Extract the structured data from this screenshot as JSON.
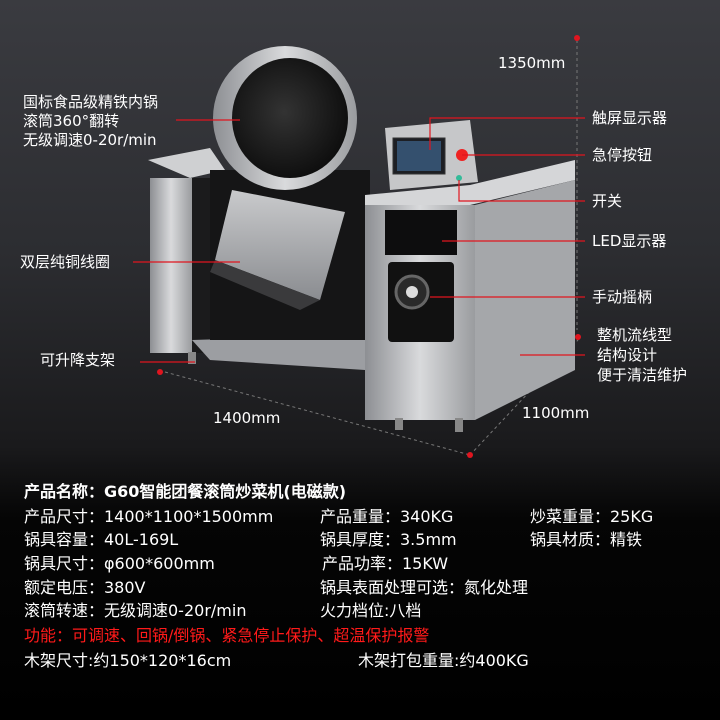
{
  "callouts_left": {
    "pot": [
      "国标食品级精铁内锅",
      "滚筒360°翻转",
      "无级调速0-20r/min"
    ],
    "coil": "双层纯铜线圈",
    "stand": "可升降支架"
  },
  "callouts_right": {
    "touchscreen": "触屏显示器",
    "estop": "急停按钮",
    "switch": "开关",
    "led": "LED显示器",
    "handle": "手动摇柄",
    "design": [
      "整机流线型",
      "结构设计",
      "便于清洁维护"
    ]
  },
  "dimensions": {
    "height": "1350mm",
    "width": "1400mm",
    "depth": "1100mm"
  },
  "specs": {
    "name": "产品名称：G60智能团餐滚筒炒菜机(电磁款)",
    "rows": [
      [
        "产品尺寸：1400*1100*1500mm",
        "产品重量：340KG",
        "炒菜重量：25KG"
      ],
      [
        "锅具容量：40L-169L",
        "锅具厚度：3.5mm",
        "锅具材质：精铁"
      ],
      [
        "锅具尺寸：φ600*600mm",
        "产品功率：15KW"
      ],
      [
        "额定电压：380V",
        "锅具表面处理可选：氮化处理"
      ],
      [
        "滚筒转速：无级调速0-20r/min",
        "火力档位:八档"
      ]
    ],
    "function": "功能：可调速、回锅/倒锅、紧急停止保护、超温保护报警",
    "crate_size": "木架尺寸:约150*120*16cm",
    "crate_weight": "木架打包重量:约400KG"
  },
  "colors": {
    "accent": "#ff1a1a",
    "line": "#e0151f"
  }
}
